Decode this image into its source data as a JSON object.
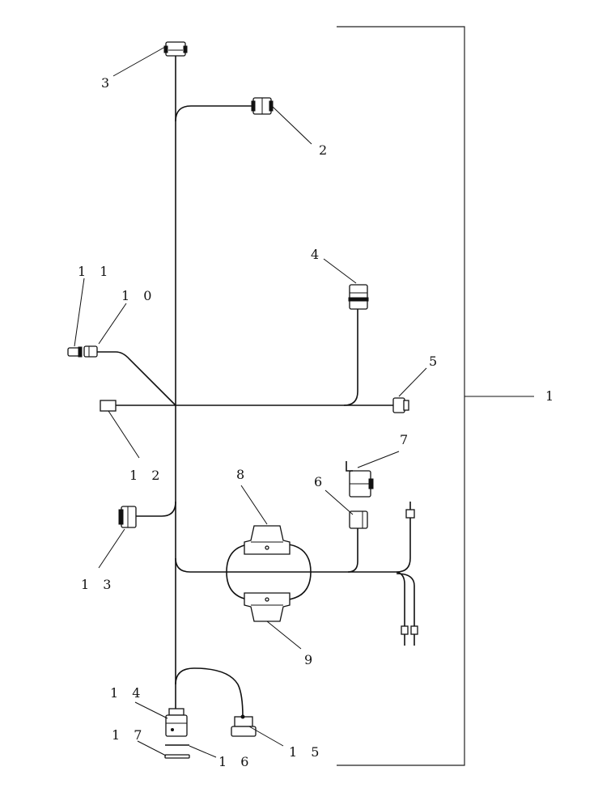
{
  "callouts": {
    "c1": "1",
    "c2": "2",
    "c3": "3",
    "c4": "4",
    "c5": "5",
    "c6": "6",
    "c7": "7",
    "c8": "8",
    "c9": "9",
    "c10": "1 0",
    "c11": "1 1",
    "c12": "1 2",
    "c13": "1 3",
    "c14": "1 4",
    "c15": "1 5",
    "c16": "1 6",
    "c17": "1 7"
  }
}
